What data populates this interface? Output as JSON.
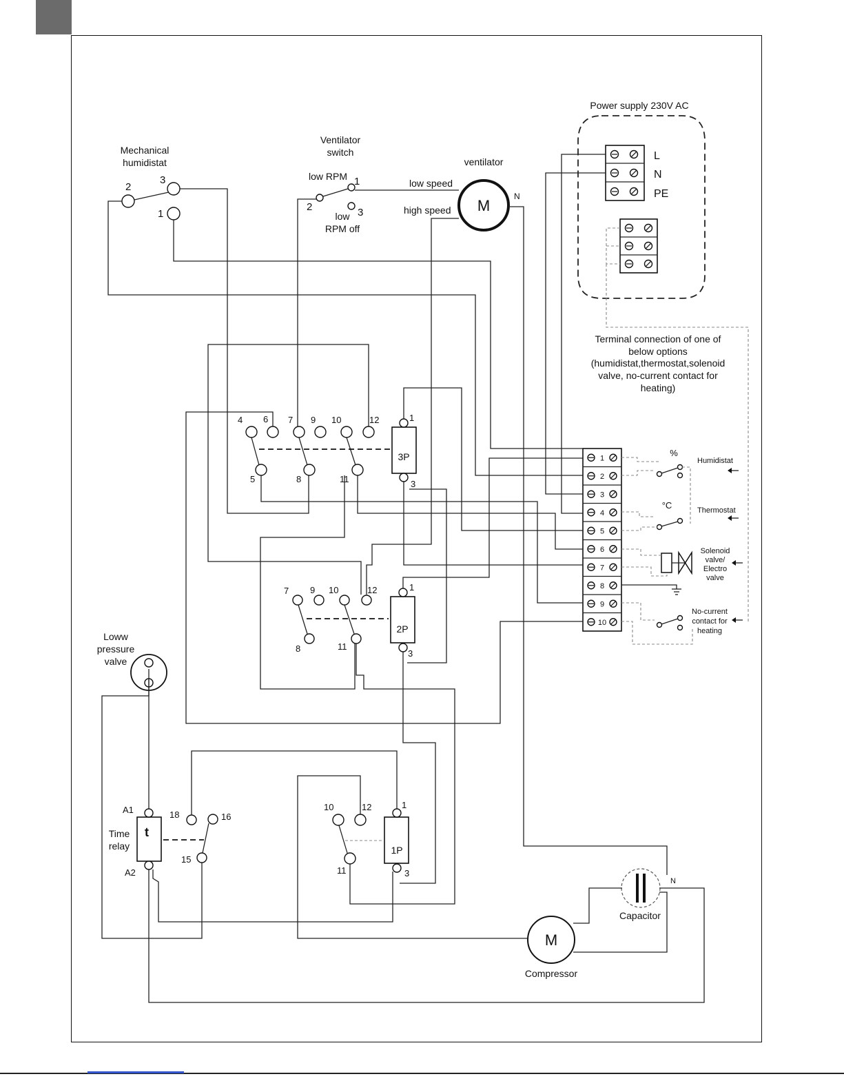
{
  "labels": {
    "power_supply": "Power supply 230V AC",
    "L": "L",
    "N": "N",
    "PE": "PE",
    "mech_humidistat_1": "Mechanical",
    "mech_humidistat_2": "humidistat",
    "vent_switch_1": "Ventilator",
    "vent_switch_2": "switch",
    "ventilator": "ventilator",
    "low_rpm": "low RPM",
    "low_rpm_off_1": "low",
    "low_rpm_off_2": "RPM off",
    "low_speed": "low speed",
    "high_speed": "high speed",
    "motor": "M",
    "neutral": "N",
    "terminal_note_1": "Terminal connection of one of",
    "terminal_note_2": "below options",
    "terminal_note_3": "(humidistat,thermostat,solenoid",
    "terminal_note_4": "valve, no-current contact for",
    "terminal_note_5": "heating)",
    "percent": "%",
    "humidistat": "Humidistat",
    "degc": "°C",
    "thermostat": "Thermostat",
    "solenoid_1": "Solenoid",
    "solenoid_2": "valve/",
    "solenoid_3": "Electro",
    "solenoid_4": "valve",
    "nocurrent_1": "No-current",
    "nocurrent_2": "contact for",
    "nocurrent_3": "heating",
    "low_pressure_1": "Loww",
    "low_pressure_2": "pressure",
    "low_pressure_3": "valve",
    "time_relay_1": "Time",
    "time_relay_2": "relay",
    "timer_t": "t",
    "A1": "A1",
    "A2": "A2",
    "relay_3p": "3P",
    "relay_2p": "2P",
    "relay_1p": "1P",
    "capacitor": "Capacitor",
    "compressor": "Compressor",
    "compressor_m": "M",
    "cap_n": "N"
  },
  "terminal_strip": [
    "1",
    "2",
    "3",
    "4",
    "5",
    "6",
    "7",
    "8",
    "9",
    "10"
  ],
  "pins": {
    "mech": [
      "2",
      "3",
      "1"
    ],
    "vent": [
      "1",
      "2",
      "3"
    ],
    "r3": [
      "4",
      "6",
      "7",
      "9",
      "10",
      "12",
      "5",
      "8",
      "11",
      "1",
      "3"
    ],
    "r2": [
      "7",
      "9",
      "10",
      "12",
      "8",
      "11",
      "1",
      "3"
    ],
    "r1": [
      "10",
      "12",
      "11",
      "1",
      "3"
    ],
    "timer": [
      "18",
      "16",
      "15"
    ]
  }
}
